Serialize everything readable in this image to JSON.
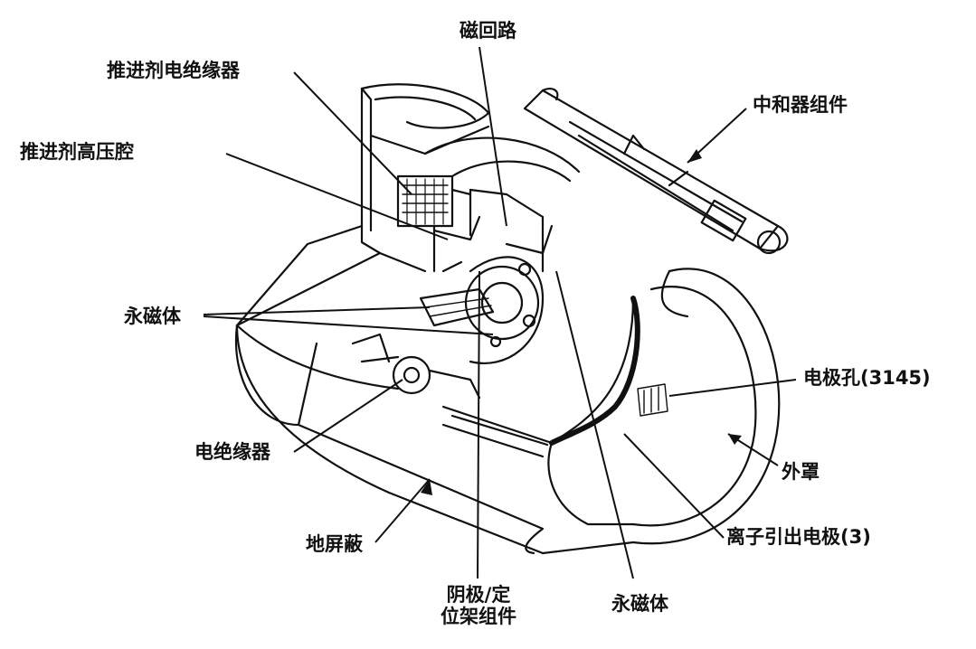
{
  "diagram": {
    "labels": {
      "magnetic_circuit": "磁回路",
      "propellant_insulator": "推进剂电绝缘器",
      "neutralizer": "中和器组件",
      "propellant_plenum": "推进剂高压腔",
      "permanent_magnet_left": "永磁体",
      "electrode_holes": "电极孔(3145)",
      "electrical_insulator": "电绝缘器",
      "outer_cover": "外罩",
      "ion_extraction": "离子引出电极(3)",
      "ground_shield": "地屏蔽",
      "cathode_line1": "阴极/定",
      "cathode_line2": "位架组件",
      "permanent_magnet_bottom": "永磁体"
    },
    "colors": {
      "ink": "#111111",
      "paper": "#ffffff",
      "shade": "#cfcfcf"
    }
  }
}
